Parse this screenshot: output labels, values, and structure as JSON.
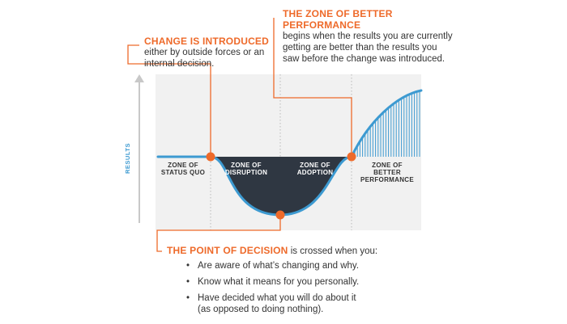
{
  "callouts": {
    "change": {
      "title": "CHANGE IS INTRODUCED",
      "body_line1": "either by outside forces or an",
      "body_line2": "internal decision."
    },
    "better": {
      "title_line1": "THE ZONE OF BETTER",
      "title_line2": "PERFORMANCE",
      "body_line1": "begins when the results you are currently",
      "body_line2": "getting are better than the results you",
      "body_line3": "saw before the change was introduced."
    },
    "decision": {
      "title": "THE POINT OF DECISION",
      "rest": " is crossed when you:"
    }
  },
  "bullets": [
    {
      "line1": "Are aware of what’s changing and why.",
      "line2": ""
    },
    {
      "line1": "Know what it means for you personally.",
      "line2": ""
    },
    {
      "line1": "Have decided what you will do about it",
      "line2": "(as opposed to doing nothing)."
    }
  ],
  "bullet_glyph": "•",
  "axis": {
    "ylabel": "RESULTS"
  },
  "zones": [
    {
      "line1": "ZONE OF",
      "line2": "STATUS QUO",
      "line3": ""
    },
    {
      "line1": "ZONE OF",
      "line2": "DISRUPTION",
      "line3": ""
    },
    {
      "line1": "ZONE OF",
      "line2": "ADOPTION",
      "line3": ""
    },
    {
      "line1": "ZONE OF",
      "line2": "BETTER",
      "line3": "PERFORMANCE"
    }
  ],
  "colors": {
    "orange": "#ee6a2a",
    "blue": "#3d9ad1",
    "dark": "#2f3742",
    "panel": "#f1f1f1",
    "zone_text_dark": "#333333",
    "zone_text_light": "#ffffff"
  }
}
